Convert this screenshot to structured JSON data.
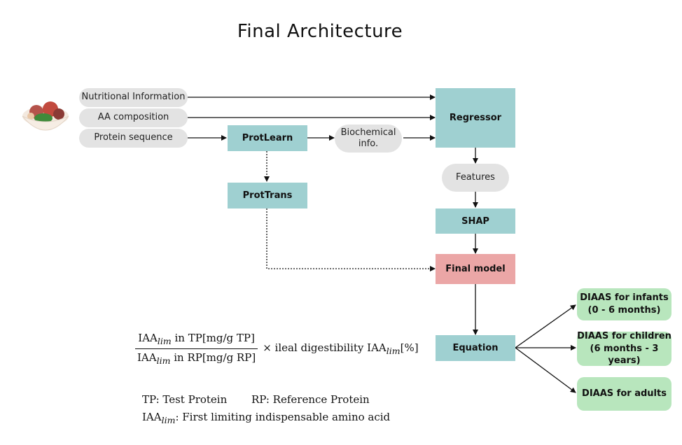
{
  "title": "Final Architecture",
  "inputs": {
    "nutritional": "Nutritional Information",
    "aa_composition": "AA composition",
    "protein_sequence": "Protein sequence",
    "biochemical": "Biochemical info.",
    "features": "Features"
  },
  "nodes": {
    "protlearn": "ProtLearn",
    "prottrans": "ProtTrans",
    "regressor": "Regressor",
    "shap": "SHAP",
    "final_model": "Final model",
    "equation": "Equation"
  },
  "outputs": {
    "infants_line1": "DIAAS for infants",
    "infants_line2": "(0 - 6 months)",
    "children_line1": "DIAAS for children",
    "children_line2": "(6 months - 3 years)",
    "adults": "DIAAS for adults"
  },
  "formula": {
    "numerator_iaa": "IAA",
    "numerator_rest": " in TP[mg/g TP]",
    "denominator_iaa": "IAA",
    "denominator_rest": " in RP[mg/g RP]",
    "lim": "lim",
    "rest_1": "× ileal digestibility IAA",
    "rest_2": "[%]"
  },
  "legend": {
    "tp": "TP: Test Protein",
    "rp": "RP: Reference Protein",
    "iaa": "IAA",
    "lim": "lim",
    "iaa_desc": ": First limiting indispensable amino acid"
  },
  "colors": {
    "teal": "#9fd0d1",
    "pink": "#eba6a6",
    "green": "#b8e6bd",
    "pill": "#e3e3e3"
  },
  "icons": {
    "food": "food-bowl-icon"
  }
}
